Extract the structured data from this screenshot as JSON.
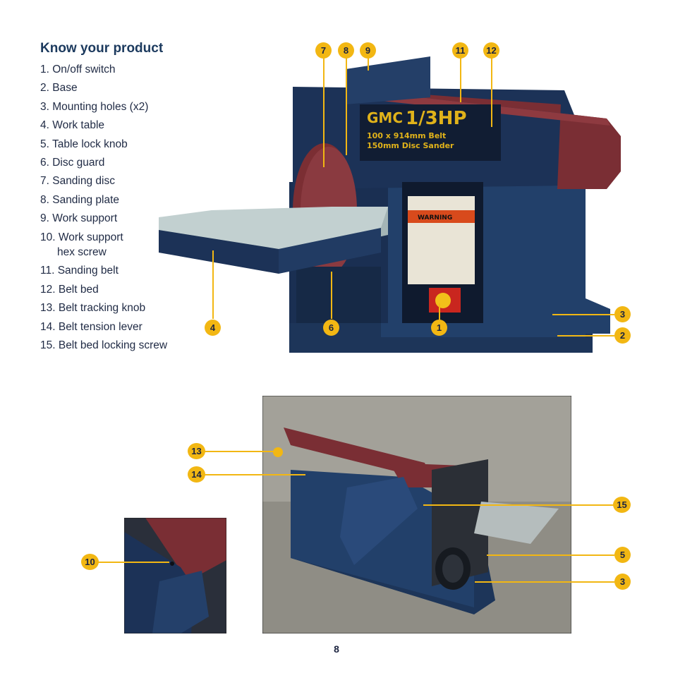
{
  "heading": "Know your product",
  "parts": [
    "1. On/off switch",
    "2. Base",
    "3. Mounting holes (x2)",
    "4. Work table",
    "5. Table lock knob",
    "6. Disc guard",
    "7. Sanding disc",
    "8. Sanding plate",
    "9. Work support",
    "10. Work support",
    "11. Sanding belt",
    "12. Belt bed",
    "13. Belt tracking knob",
    "14. Belt tension lever",
    "15. Belt bed locking screw"
  ],
  "part10_cont": "hex screw",
  "machine_label": {
    "brand": "GMC",
    "power": "1/3HP",
    "spec1": "100 x 914mm Belt",
    "spec2": "150mm Disc Sander",
    "warning": "WARNING"
  },
  "callouts": {
    "c1": "1",
    "c2": "2",
    "c3a": "3",
    "c3b": "3",
    "c4": "4",
    "c5": "5",
    "c6": "6",
    "c7": "7",
    "c8": "8",
    "c9": "9",
    "c10": "10",
    "c11": "11",
    "c12": "12",
    "c13": "13",
    "c14": "14",
    "c15": "15"
  },
  "colors": {
    "accent": "#f2b713",
    "machine_blue": "#1f3a63",
    "belt": "#7a2e34"
  },
  "page_number": "8"
}
